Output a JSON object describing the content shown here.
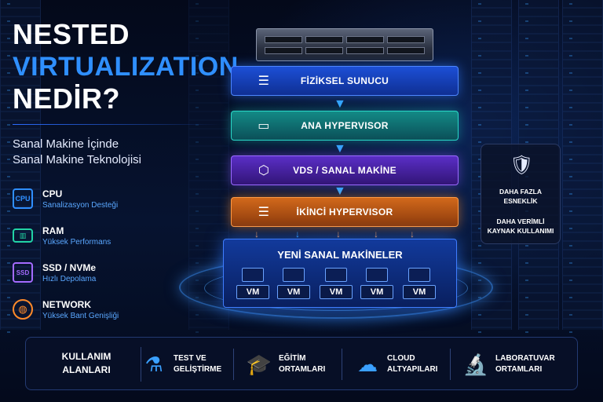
{
  "title": {
    "line1": "NESTED",
    "line2": "VIRTUALIZATION",
    "line3": "NEDİR?",
    "accent_color": "#2f8fff"
  },
  "subtitle": {
    "line1": "Sanal Makine İçinde",
    "line2": "Sanal Makine Teknolojisi"
  },
  "features": [
    {
      "name": "CPU",
      "desc": "Sanalizasyon Desteği",
      "icon": "cpu-icon",
      "icon_text": "CPU",
      "color": "#2f8fff"
    },
    {
      "name": "RAM",
      "desc": "Yüksek Performans",
      "icon": "ram-icon",
      "icon_text": "▥",
      "color": "#22d3a5"
    },
    {
      "name": "SSD / NVMe",
      "desc": "Hızlı Depolama",
      "icon": "ssd-icon",
      "icon_text": "SSD",
      "color": "#a46bff"
    },
    {
      "name": "NETWORK",
      "desc": "Yüksek Bant Genişliği",
      "icon": "globe-icon",
      "icon_text": "◍",
      "color": "#ff8a2a"
    }
  ],
  "stack": {
    "physical": "FİZİKSEL SUNUCU",
    "hypervisor": "ANA HYPERVISOR",
    "vds": "VDS / SANAL MAKİNE",
    "nested_hypervisor": "İKİNCİ HYPERVISOR",
    "new_vms_title": "YENİ SANAL MAKİNELER",
    "vms": [
      "VM",
      "VM",
      "VM",
      "VM",
      "VM"
    ]
  },
  "benefits": {
    "line1a": "DAHA FAZLA",
    "line1b": "ESNEKLİK",
    "line2a": "DAHA VERİMLİ",
    "line2b": "KAYNAK KULLANIMI"
  },
  "usage": {
    "label1": "KULLANIM",
    "label2": "ALANLARI",
    "items": [
      {
        "l1": "TEST VE",
        "l2": "GELİŞTİRME",
        "icon": "flask-icon"
      },
      {
        "l1": "EĞİTİM",
        "l2": "ORTAMLARI",
        "icon": "graduation-cap-icon"
      },
      {
        "l1": "CLOUD",
        "l2": "ALTYAPILARI",
        "icon": "cloud-icon"
      },
      {
        "l1": "LABORATUVAR",
        "l2": "ORTAMLARI",
        "icon": "microscope-icon"
      }
    ]
  }
}
